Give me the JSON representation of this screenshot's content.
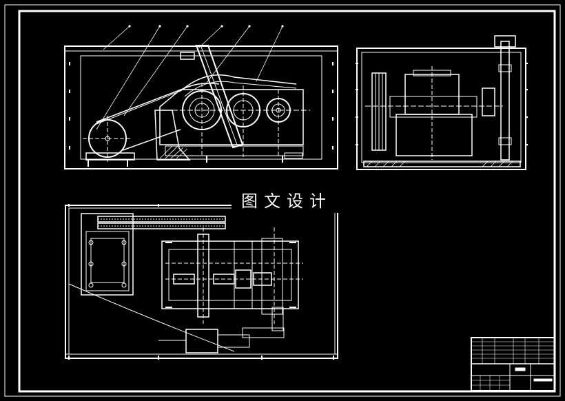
{
  "watermark": "图文设计",
  "drawing": {
    "subject": "gear-reducer-assembly-drawing",
    "views": [
      "front-view",
      "side-view",
      "top-view"
    ],
    "part_callouts": 6,
    "colors": {
      "background": "#000000",
      "lines": "#ffffff",
      "hatch": "#ffffff"
    }
  }
}
